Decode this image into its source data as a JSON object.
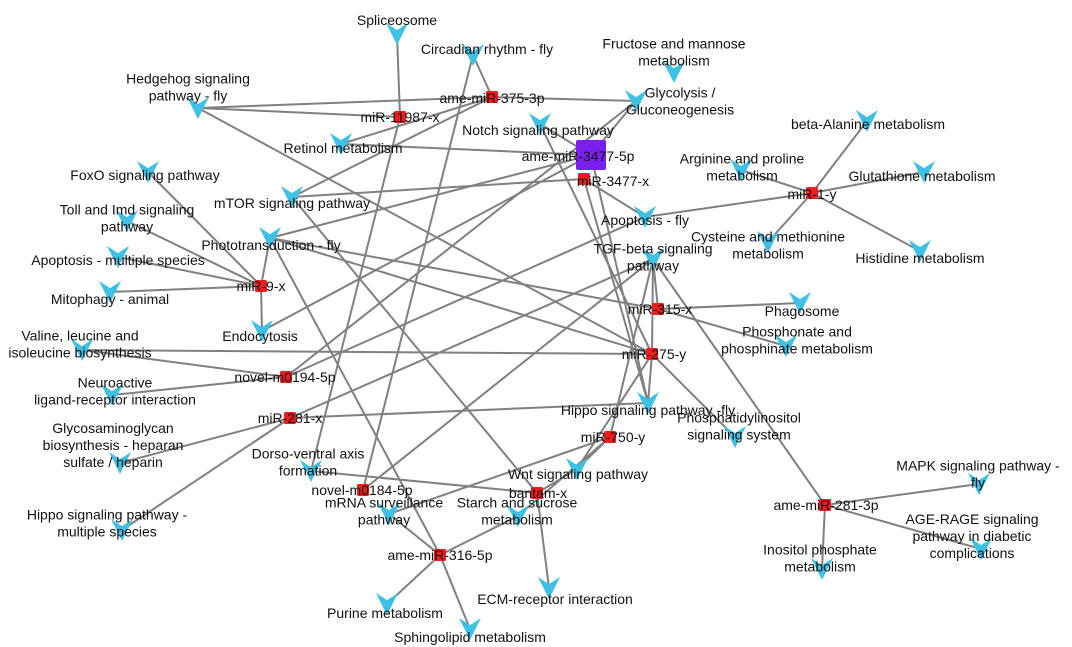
{
  "colors": {
    "edge": "#808080",
    "mirna": "#ee1c1c",
    "hub": "#7b1ff0",
    "pathway": "#3fc1e6",
    "text": "#111111"
  },
  "mirnas": [
    {
      "id": "m_3477_5p",
      "label": "ame-miR-3477-5p",
      "hub": true
    },
    {
      "id": "m_375_3p",
      "label": "ame-miR-375-3p"
    },
    {
      "id": "m_11987",
      "label": "miR-11987-x"
    },
    {
      "id": "m_3477x",
      "label": "miR-3477-x"
    },
    {
      "id": "m_1y",
      "label": "miR-1-y"
    },
    {
      "id": "m_9x",
      "label": "miR-9-x"
    },
    {
      "id": "m_315x",
      "label": "miR-315-x"
    },
    {
      "id": "m_275y",
      "label": "miR-275-y"
    },
    {
      "id": "m_novel194",
      "label": "novel-m0194-5p"
    },
    {
      "id": "m_281x",
      "label": "miR-281-x"
    },
    {
      "id": "m_750y",
      "label": "miR-750-y"
    },
    {
      "id": "m_novel184",
      "label": "novel-m0184-5p"
    },
    {
      "id": "m_bantam",
      "label": "bantam-x"
    },
    {
      "id": "m_281_3p",
      "label": "ame-miR-281-3p"
    },
    {
      "id": "m_316_5p",
      "label": "ame-miR-316-5p"
    }
  ],
  "pathways": [
    {
      "id": "p_splice",
      "lines": [
        "Spliceosome"
      ]
    },
    {
      "id": "p_circ",
      "lines": [
        "Circadian rhythm - fly"
      ]
    },
    {
      "id": "p_fruct",
      "lines": [
        "Fructose and mannose",
        "metabolism"
      ]
    },
    {
      "id": "p_hedge",
      "lines": [
        "Hedgehog signaling",
        "pathway - fly"
      ]
    },
    {
      "id": "p_glyco",
      "lines": [
        "Glycolysis /",
        "Gluconeogenesis"
      ]
    },
    {
      "id": "p_notch",
      "lines": [
        "Notch signaling pathway"
      ]
    },
    {
      "id": "p_retinol",
      "lines": [
        "Retinol metabolism"
      ]
    },
    {
      "id": "p_bala",
      "lines": [
        "beta-Alanine metabolism"
      ]
    },
    {
      "id": "p_arg",
      "lines": [
        "Arginine and proline",
        "metabolism"
      ]
    },
    {
      "id": "p_glut",
      "lines": [
        "Glutathione metabolism"
      ]
    },
    {
      "id": "p_foxo",
      "lines": [
        "FoxO signaling pathway"
      ]
    },
    {
      "id": "p_mtor",
      "lines": [
        "mTOR signaling pathway"
      ]
    },
    {
      "id": "p_toll",
      "lines": [
        "Toll and Imd signaling",
        "pathway"
      ]
    },
    {
      "id": "p_apofly",
      "lines": [
        "Apoptosis - fly"
      ]
    },
    {
      "id": "p_photo",
      "lines": [
        "Phototransduction - fly"
      ]
    },
    {
      "id": "p_cys",
      "lines": [
        "Cysteine and methionine",
        "metabolism"
      ]
    },
    {
      "id": "p_apomulti",
      "lines": [
        "Apoptosis - multiple species"
      ]
    },
    {
      "id": "p_tgf",
      "lines": [
        "TGF-beta signaling",
        "pathway"
      ]
    },
    {
      "id": "p_hist",
      "lines": [
        "Histidine metabolism"
      ]
    },
    {
      "id": "p_mito",
      "lines": [
        "Mitophagy - animal"
      ]
    },
    {
      "id": "p_phago",
      "lines": [
        "Phagosome"
      ]
    },
    {
      "id": "p_endo",
      "lines": [
        "Endocytosis"
      ]
    },
    {
      "id": "p_phosph",
      "lines": [
        "Phosphonate and",
        "phosphinate metabolism"
      ]
    },
    {
      "id": "p_val",
      "lines": [
        "Valine, leucine and",
        "isoleucine biosynthesis"
      ]
    },
    {
      "id": "p_neuro",
      "lines": [
        "Neuroactive",
        "ligand-receptor interaction"
      ]
    },
    {
      "id": "p_hipfly",
      "lines": [
        "Hippo signaling pathway -fly"
      ]
    },
    {
      "id": "p_pis",
      "lines": [
        "Phosphatidylinositol",
        "signaling system"
      ]
    },
    {
      "id": "p_gag",
      "lines": [
        "Glycosaminoglycan",
        "biosynthesis - heparan",
        "sulfate / heparin"
      ]
    },
    {
      "id": "p_dv",
      "lines": [
        "Dorso-ventral axis",
        "formation"
      ]
    },
    {
      "id": "p_wnt",
      "lines": [
        "Wnt signaling pathway"
      ]
    },
    {
      "id": "p_mapk",
      "lines": [
        "MAPK signaling pathway -",
        "fly"
      ]
    },
    {
      "id": "p_mrna",
      "lines": [
        "mRNA surveillance",
        "pathway"
      ]
    },
    {
      "id": "p_starch",
      "lines": [
        "Starch and sucrose",
        "metabolism"
      ]
    },
    {
      "id": "p_hipmulti",
      "lines": [
        "Hippo signaling pathway -",
        "multiple species"
      ]
    },
    {
      "id": "p_age",
      "lines": [
        "AGE-RAGE signaling",
        "pathway in diabetic",
        "complications"
      ]
    },
    {
      "id": "p_ino",
      "lines": [
        "Inositol phosphate",
        "metabolism"
      ]
    },
    {
      "id": "p_ecm",
      "lines": [
        "ECM-receptor interaction"
      ]
    },
    {
      "id": "p_purine",
      "lines": [
        "Purine metabolism"
      ]
    },
    {
      "id": "p_sphingo",
      "lines": [
        "Sphingolipid metabolism"
      ]
    }
  ],
  "edges": [
    [
      "m_375_3p",
      "p_hedge"
    ],
    [
      "m_375_3p",
      "p_circ"
    ],
    [
      "m_375_3p",
      "p_glyco"
    ],
    [
      "m_375_3p",
      "p_retinol"
    ],
    [
      "m_375_3p",
      "p_mtor"
    ],
    [
      "m_11987",
      "p_hedge"
    ],
    [
      "m_11987",
      "p_splice"
    ],
    [
      "m_11987",
      "p_dv"
    ],
    [
      "m_3477_5p",
      "p_retinol"
    ],
    [
      "m_3477_5p",
      "p_notch"
    ],
    [
      "m_3477_5p",
      "p_glyco"
    ],
    [
      "m_3477_5p",
      "p_photo"
    ],
    [
      "m_3477_5p",
      "p_endo"
    ],
    [
      "m_3477_5p",
      "p_hipfly"
    ],
    [
      "m_3477x",
      "p_mtor"
    ],
    [
      "m_3477x",
      "p_apofly"
    ],
    [
      "m_3477x",
      "p_hipfly"
    ],
    [
      "m_3477x",
      "p_novelpath"
    ],
    [
      "m_1y",
      "p_bala"
    ],
    [
      "m_1y",
      "p_arg"
    ],
    [
      "m_1y",
      "p_glut"
    ],
    [
      "m_1y",
      "p_cys"
    ],
    [
      "m_1y",
      "p_hist"
    ],
    [
      "m_1y",
      "p_apofly"
    ],
    [
      "m_9x",
      "p_foxo"
    ],
    [
      "m_9x",
      "p_toll"
    ],
    [
      "m_9x",
      "p_apomulti"
    ],
    [
      "m_9x",
      "p_mito"
    ],
    [
      "m_9x",
      "p_endo"
    ],
    [
      "m_9x",
      "p_photo"
    ],
    [
      "m_315x",
      "p_phago"
    ],
    [
      "m_315x",
      "p_phosph"
    ],
    [
      "m_315x",
      "p_tgf"
    ],
    [
      "m_315x",
      "p_photo"
    ],
    [
      "m_275y",
      "p_hedge"
    ],
    [
      "m_275y",
      "p_notch"
    ],
    [
      "m_275y",
      "p_photo"
    ],
    [
      "m_275y",
      "p_val"
    ],
    [
      "m_275y",
      "p_hipfly"
    ],
    [
      "m_275y",
      "p_pis"
    ],
    [
      "m_275y",
      "p_wnt"
    ],
    [
      "m_275y",
      "p_tgf"
    ],
    [
      "m_novel194",
      "p_neuro"
    ],
    [
      "m_novel194",
      "p_val"
    ],
    [
      "m_novel194",
      "p_apofly"
    ],
    [
      "m_novel194",
      "p_glyco"
    ],
    [
      "m_281x",
      "p_gag"
    ],
    [
      "m_281x",
      "p_hipmulti"
    ],
    [
      "m_281x",
      "p_hipfly"
    ],
    [
      "m_281x",
      "p_tgf"
    ],
    [
      "m_750y",
      "p_wnt"
    ],
    [
      "m_750y",
      "p_starch"
    ],
    [
      "m_750y",
      "p_mrna"
    ],
    [
      "m_750y",
      "p_tgf"
    ],
    [
      "m_novel184",
      "p_tgf"
    ],
    [
      "m_novel184",
      "p_circ"
    ],
    [
      "m_bantam",
      "p_dv"
    ],
    [
      "m_bantam",
      "p_ecm"
    ],
    [
      "m_bantam",
      "p_wnt"
    ],
    [
      "m_bantam",
      "p_mtor"
    ],
    [
      "m_281_3p",
      "p_mapk"
    ],
    [
      "m_281_3p",
      "p_age"
    ],
    [
      "m_281_3p",
      "p_ino"
    ],
    [
      "m_281_3p",
      "p_tgf"
    ],
    [
      "m_316_5p",
      "p_purine"
    ],
    [
      "m_316_5p",
      "p_sphingo"
    ],
    [
      "m_316_5p",
      "p_mrna"
    ],
    [
      "m_316_5p",
      "p_starch"
    ],
    [
      "m_316_5p",
      "p_photo"
    ]
  ]
}
